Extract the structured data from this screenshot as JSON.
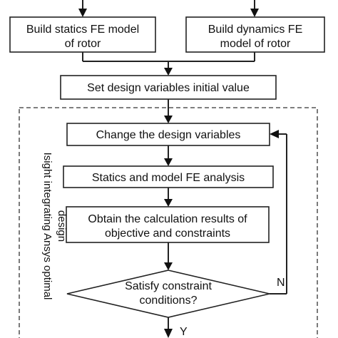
{
  "diagram": {
    "boxes": {
      "statics_fe_model": [
        "Build statics FE model",
        "of rotor"
      ],
      "dynamics_fe_model": [
        "Build dynamics FE",
        "model of rotor"
      ],
      "set_initial_value": "Set design variables initial value",
      "change_variables": "Change the design variables",
      "statics_modal_analysis": "Statics and model FE analysis",
      "obtain_results": [
        "Obtain the calculation results of",
        "objective and constraints"
      ],
      "satisfy_decision": [
        "Satisfy constraint",
        "conditions?"
      ]
    },
    "loop_label": [
      "Isight integrating Ansys optimal",
      "design"
    ],
    "edge_labels": {
      "no": "N",
      "yes": "Y"
    },
    "colors": {
      "stroke": "#222222",
      "background": "#ffffff",
      "text": "#111111"
    }
  }
}
